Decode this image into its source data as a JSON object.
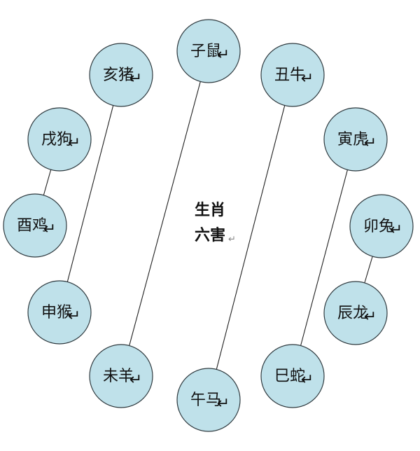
{
  "center": {
    "line1": "生肖",
    "line2": "六害",
    "mark": "↵"
  },
  "return_mark": "↵",
  "nodes": [
    {
      "id": "zi-shu",
      "label": "子鼠"
    },
    {
      "id": "chou-niu",
      "label": "丑牛"
    },
    {
      "id": "yin-hu",
      "label": "寅虎"
    },
    {
      "id": "mao-tu",
      "label": "卯兔"
    },
    {
      "id": "chen-long",
      "label": "辰龙"
    },
    {
      "id": "si-she",
      "label": "巳蛇"
    },
    {
      "id": "wu-ma",
      "label": "午马"
    },
    {
      "id": "wei-yang",
      "label": "未羊"
    },
    {
      "id": "shen-hou",
      "label": "申猴"
    },
    {
      "id": "you-ji",
      "label": "酉鸡"
    },
    {
      "id": "xu-gou",
      "label": "戌狗"
    },
    {
      "id": "hai-zhu",
      "label": "亥猪"
    }
  ],
  "links": [
    [
      "zi-shu",
      "wei-yang"
    ],
    [
      "chou-niu",
      "wu-ma"
    ],
    [
      "yin-hu",
      "si-she"
    ],
    [
      "mao-tu",
      "chen-long"
    ],
    [
      "shen-hou",
      "hai-zhu"
    ],
    [
      "you-ji",
      "xu-gou"
    ]
  ]
}
